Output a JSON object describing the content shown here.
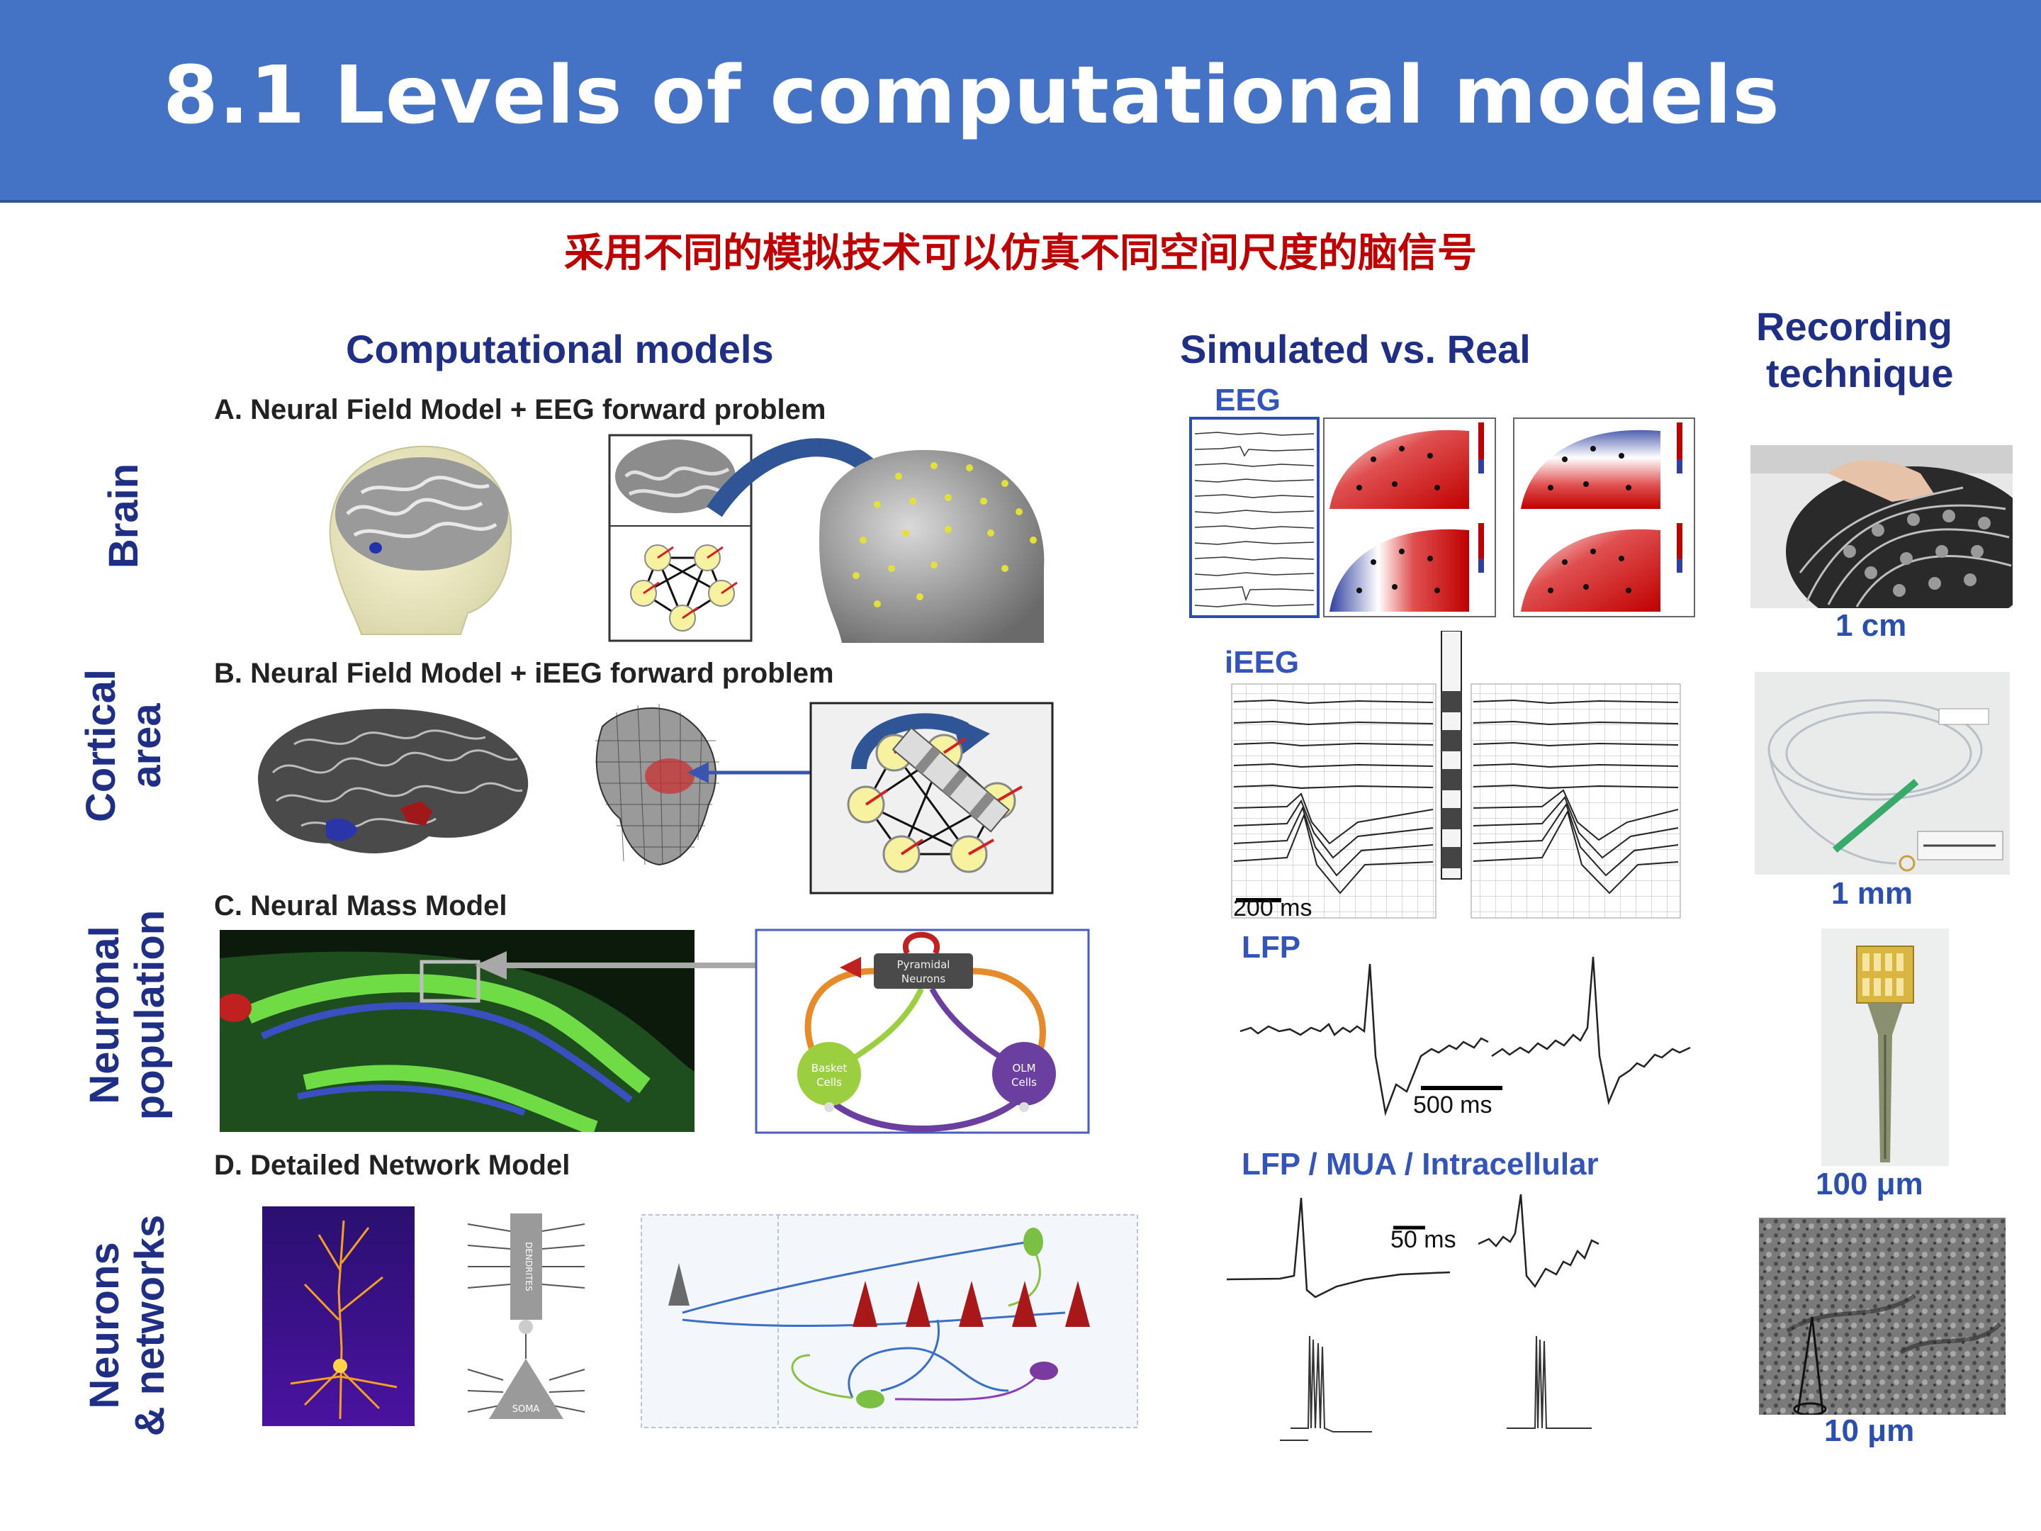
{
  "slide": {
    "title": "8.1 Levels of computational models",
    "subtitle": "采用不同的模拟技术可以仿真不同空间尺度的脑信号"
  },
  "columns": {
    "models": "Computational models",
    "signals": "Simulated vs. Real",
    "recording_line1": "Recording",
    "recording_line2": "technique"
  },
  "rows": [
    {
      "label_line1": "Brain",
      "label_line2": "",
      "panel": "A. Neural Field Model + EEG forward problem",
      "signal": "EEG",
      "scale": "1 cm"
    },
    {
      "label_line1": "Cortical",
      "label_line2": "area",
      "panel": "B. Neural Field Model + iEEG forward problem",
      "signal": "iEEG",
      "scale": "1 mm"
    },
    {
      "label_line1": "Neuronal",
      "label_line2": "population",
      "panel": "C. Neural Mass Model",
      "signal": "LFP",
      "scale": "100 μm"
    },
    {
      "label_line1": "Neurons",
      "label_line2": "& networks",
      "panel": "D. Detailed Network Model",
      "signal": "LFP / MUA / Intracellular",
      "scale": "10 μm"
    }
  ],
  "signal_scales": {
    "ieeg": "200 ms",
    "lfp": "500 ms",
    "intracellular": "50 ms"
  },
  "neural_mass": {
    "pyramidal_line1": "Pyramidal",
    "pyramidal_line2": "Neurons",
    "basket_line1": "Basket",
    "basket_line2": "Cells",
    "olm_line1": "OLM",
    "olm_line2": "Cells"
  },
  "neuron_diagram": {
    "dendrites": "DENDRITES",
    "soma": "SOMA"
  },
  "colors": {
    "banner": "#4472c4",
    "title_text": "#ffffff",
    "subtitle_text": "#c00000",
    "heading": "#1f2f86",
    "signal_label": "#3355bb"
  }
}
